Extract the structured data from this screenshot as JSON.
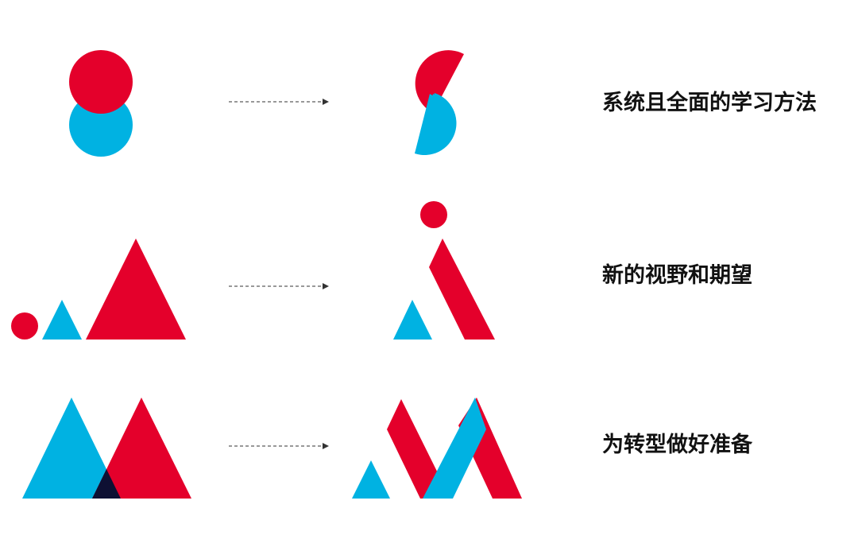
{
  "colors": {
    "red": "#E4002B",
    "blue": "#00B2E2",
    "overlap": "#0E1033",
    "arrow": "#333333",
    "text": "#111111"
  },
  "rows": [
    {
      "caption": "系统且全面的学习方法",
      "before": "two-overlapping-circles",
      "after": "s-shape-from-half-circles"
    },
    {
      "caption": "新的视野和期望",
      "before": "circle-and-two-triangles",
      "after": "letter-i-figure"
    },
    {
      "caption": "为转型做好准备",
      "before": "two-overlapping-triangles",
      "after": "letter-m-figure"
    }
  ]
}
